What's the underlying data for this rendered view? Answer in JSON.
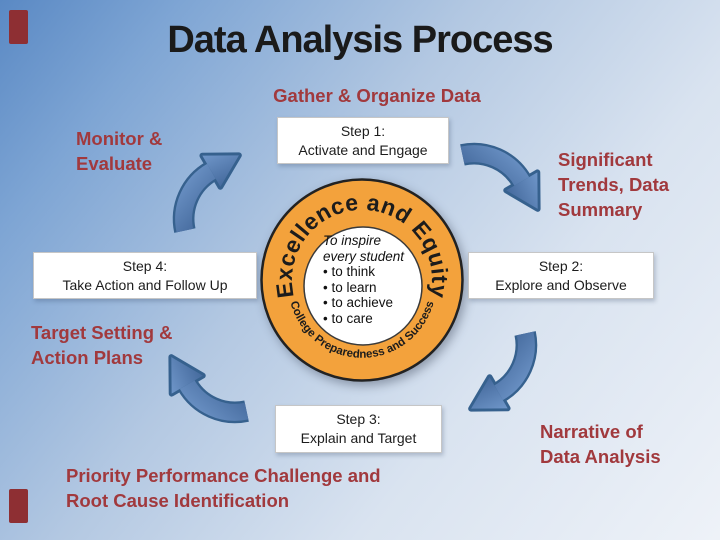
{
  "slide": {
    "title": "Data Analysis Process"
  },
  "labels": {
    "gather": {
      "lines": [
        "Gather & Organize Data"
      ]
    },
    "significant": {
      "lines": [
        "Significant",
        "Trends, Data",
        "Summary"
      ]
    },
    "narrative": {
      "lines": [
        "Narrative of",
        "Data Analysis"
      ]
    },
    "priority": {
      "lines": [
        "Priority Performance Challenge and",
        "Root Cause Identification"
      ]
    },
    "target": {
      "lines": [
        "Target Setting &",
        "Action Plans"
      ]
    },
    "monitor": {
      "lines": [
        "Monitor &",
        "Evaluate"
      ]
    }
  },
  "steps": {
    "step1": {
      "lines": [
        "Step 1:",
        "Activate and Engage"
      ]
    },
    "step2": {
      "lines": [
        "Step 2:",
        "Explore and Observe"
      ]
    },
    "step3": {
      "lines": [
        "Step 3:",
        "Explain and Target"
      ]
    },
    "step4": {
      "lines": [
        "Step 4:",
        "Take Action and Follow Up"
      ]
    }
  },
  "emblem": {
    "ring_text_top": "Excellence and Equity",
    "ring_text_bottom": "College Preparedness and Success",
    "ring_color": "#F3A23C",
    "inner": {
      "intro_lines": [
        "To inspire",
        "every student"
      ],
      "bullet_lines": [
        "• to think",
        "• to learn",
        "• to achieve",
        "• to care"
      ]
    }
  },
  "colors": {
    "background_top_left": "#5a89c4",
    "background_bottom_right": "#eef2f8",
    "red_text": "#A1393D",
    "arrow_fill": "#4d80ba",
    "arrow_outline": "#36618E",
    "corner_accent": "#8E2F33",
    "ring_outline": "#222222"
  }
}
